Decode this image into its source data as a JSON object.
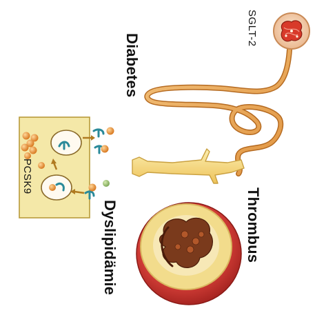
{
  "labels": {
    "diabetes": "Diabetes",
    "sglt2": "SGLT-2",
    "thrombus": "Thrombus",
    "dyslipidaemie": "Dyslipidämie",
    "pcsk9": "PCSK9"
  },
  "colors": {
    "nephron_tube": "#e8a85a",
    "nephron_outline": "#b56a20",
    "glomerulus_red": "#d83a2a",
    "bone": "#f6dc7a",
    "vessel_red": "#c9302c",
    "plaque_yellow": "#f2dc8c",
    "clot_brown": "#7a3a1c",
    "cell_box": "#f4e8a8",
    "lipid_orange": "#e89a3a",
    "receptor_teal": "#2a8a9a"
  }
}
